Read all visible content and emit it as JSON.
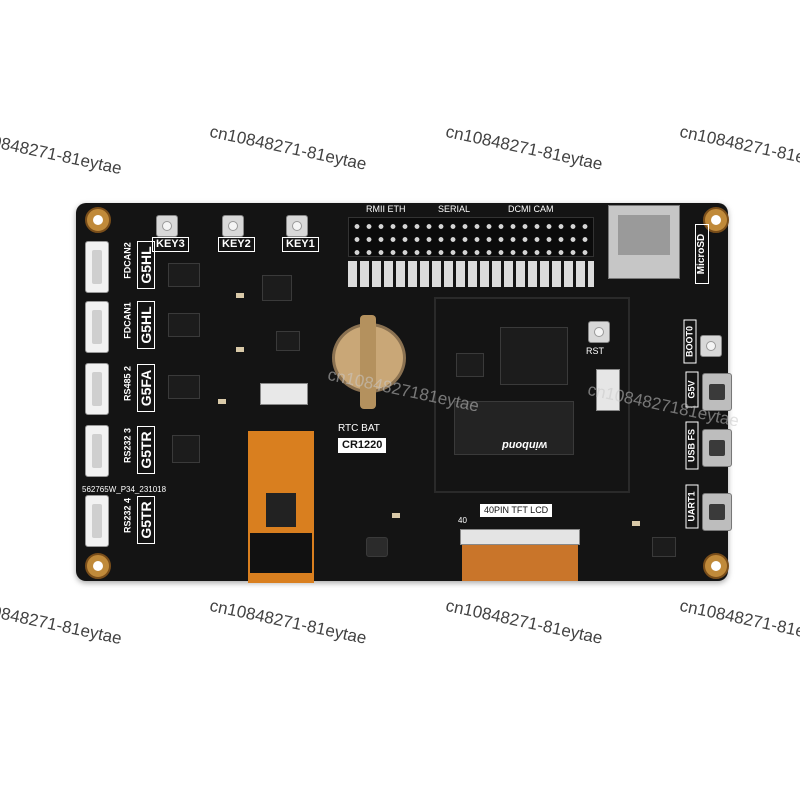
{
  "watermark": {
    "text_a": "cn10848271‑81eytae",
    "text_b": "0848271‑81eytae",
    "text_c": "cn1084827181eytae"
  },
  "board": {
    "keys": [
      "KEY3",
      "KEY2",
      "KEY1"
    ],
    "left_ports": [
      {
        "name": "FDCAN2",
        "code": "G5HL"
      },
      {
        "name": "FDCAN1",
        "code": "G5HL"
      },
      {
        "name": "RS485 2",
        "code": "G5FA"
      },
      {
        "name": "RS232 3",
        "code": "G5TR"
      },
      {
        "name": "RS232 4",
        "code": "G5TR"
      }
    ],
    "part_number": "562765W_P34_231018",
    "header_labels": [
      "RMII ETH",
      "SERIAL",
      "DCMI CAM"
    ],
    "microsd": "MicroSD",
    "right_labels": [
      "BOOT0",
      "G5V",
      "USB FS",
      "UART1"
    ],
    "rst": "RST",
    "rtc": {
      "label": "RTC BAT",
      "battery": "CR1220"
    },
    "lcd_label": "40PIN TFT LCD",
    "lcd_pin_number": "40",
    "memory_brand": "winbond",
    "colors": {
      "pcb": "#141414",
      "silk": "#ffffff",
      "gold": "#c08a3a",
      "flex": "#d97f1f"
    }
  }
}
